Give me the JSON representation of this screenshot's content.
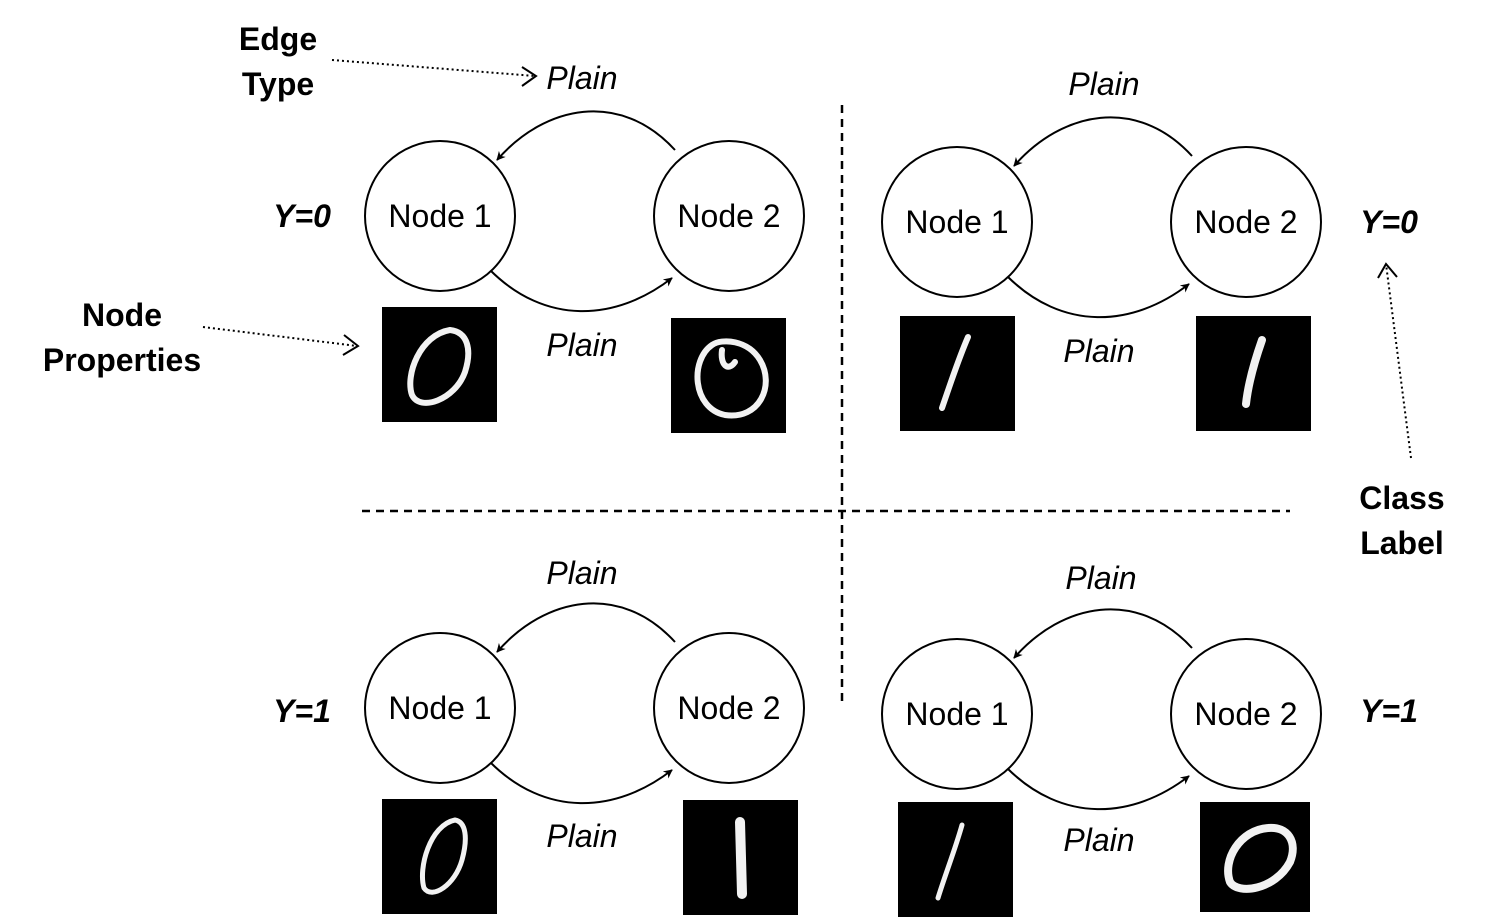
{
  "annotations": {
    "edge_type": [
      "Edge",
      "Type"
    ],
    "node_properties": [
      "Node",
      "Properties"
    ],
    "class_label": [
      "Class",
      "Label"
    ]
  },
  "graphs": [
    {
      "node1": "Node 1",
      "node2": "Node 2",
      "edge_top": "Plain",
      "edge_bottom": "Plain",
      "label": "Y=0",
      "digit1": "0",
      "digit2": "0"
    },
    {
      "node1": "Node 1",
      "node2": "Node 2",
      "edge_top": "Plain",
      "edge_bottom": "Plain",
      "label": "Y=0",
      "digit1": "1",
      "digit2": "1"
    },
    {
      "node1": "Node 1",
      "node2": "Node 2",
      "edge_top": "Plain",
      "edge_bottom": "Plain",
      "label": "Y=1",
      "digit1": "0",
      "digit2": "1"
    },
    {
      "node1": "Node 1",
      "node2": "Node 2",
      "edge_top": "Plain",
      "edge_bottom": "Plain",
      "label": "Y=1",
      "digit1": "1",
      "digit2": "0"
    }
  ],
  "colors": {
    "line": "#000000",
    "image_bg": "#000000",
    "digit_stroke": "#f2f2f2"
  }
}
